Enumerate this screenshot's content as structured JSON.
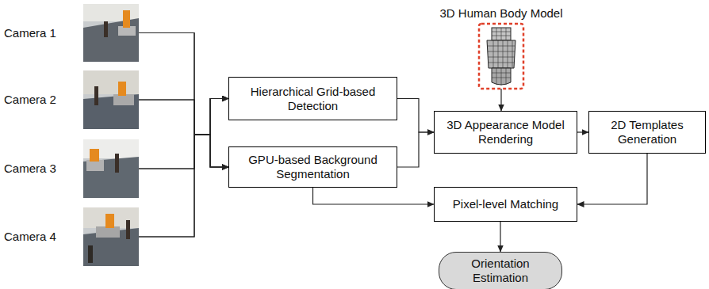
{
  "diagram": {
    "nodes": [
      {
        "text": [
          "Camera 1"
        ]
      },
      {
        "text": [
          "Camera 2"
        ]
      },
      {
        "text": [
          "Camera 3"
        ]
      },
      {
        "text": [
          "Camera 4"
        ]
      },
      {
        "text": [
          "Hierarchical Grid-based Detection"
        ]
      },
      {
        "text": [
          "GPU-based Background Segmentation"
        ]
      },
      {
        "text": [
          "3D Human Body Model"
        ]
      },
      {
        "text": [
          "3D Appearance Model Rendering"
        ]
      },
      {
        "text": [
          "2D Templates Generation"
        ]
      },
      {
        "text": [
          "Pixel-level Matching"
        ]
      },
      {
        "text": [
          "Orientation Estimation"
        ]
      }
    ],
    "edges": [
      {
        "from": 0,
        "to": 4,
        "arrow": "to"
      },
      {
        "from": 1,
        "to": 4,
        "arrow": "to"
      },
      {
        "from": 2,
        "to": 4,
        "arrow": "to"
      },
      {
        "from": 3,
        "to": 4,
        "arrow": "to"
      },
      {
        "from": 0,
        "to": 5,
        "arrow": "to"
      },
      {
        "from": 1,
        "to": 5,
        "arrow": "to"
      },
      {
        "from": 2,
        "to": 5,
        "arrow": "to"
      },
      {
        "from": 3,
        "to": 5,
        "arrow": "to"
      },
      {
        "from": 4,
        "to": 7,
        "arrow": "to"
      },
      {
        "from": 5,
        "to": 7,
        "arrow": "to"
      },
      {
        "from": 6,
        "to": 7,
        "arrow": "to"
      },
      {
        "from": 7,
        "to": 8,
        "arrow": "to"
      },
      {
        "from": 8,
        "to": 9,
        "arrow": "to"
      },
      {
        "from": 5,
        "to": 9,
        "arrow": "to"
      },
      {
        "from": 9,
        "to": 10,
        "arrow": "to"
      }
    ]
  }
}
